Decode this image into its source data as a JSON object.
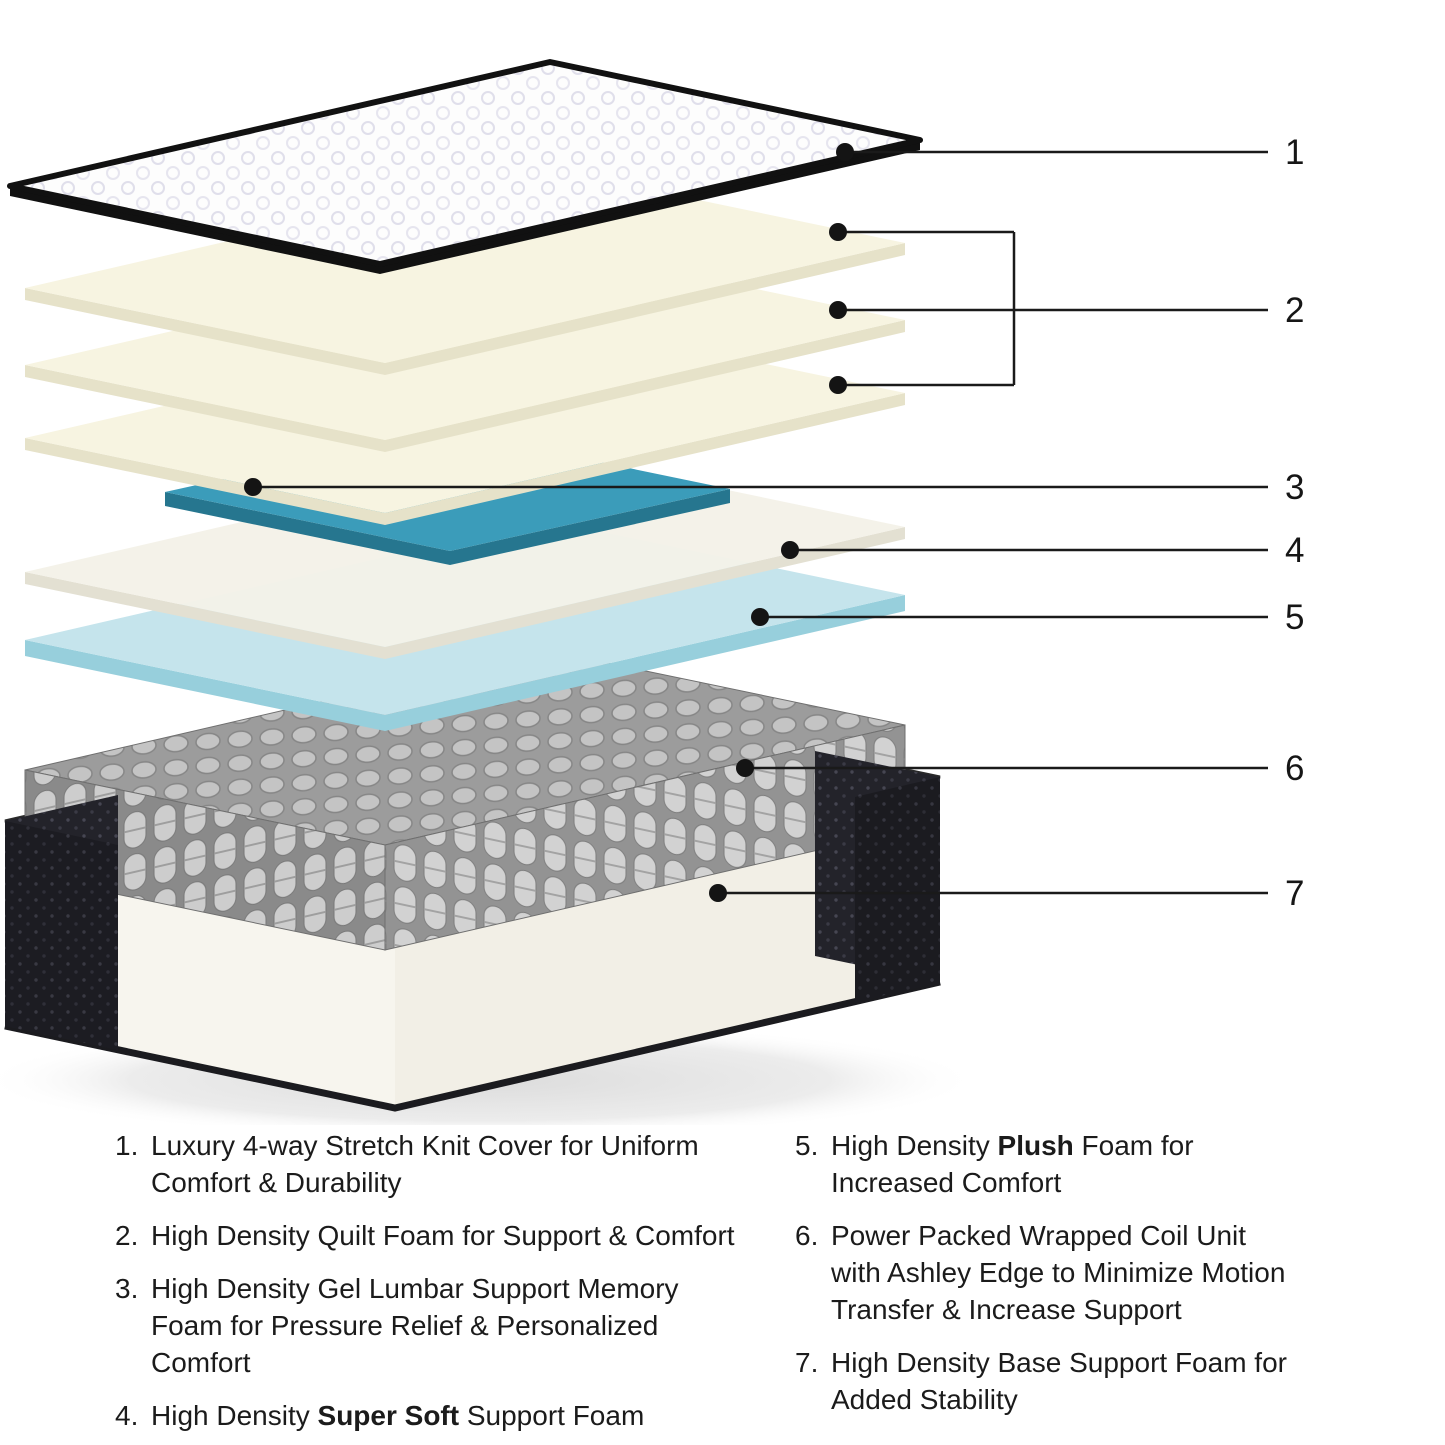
{
  "diagram": {
    "callouts": [
      "1",
      "2",
      "3",
      "4",
      "5",
      "6",
      "7"
    ]
  },
  "legend": {
    "left": [
      {
        "num": "1.",
        "pre": "Luxury 4-way Stretch Knit Cover for Uniform Comfort & Durability",
        "bold": "",
        "post": ""
      },
      {
        "num": "2.",
        "pre": "High Density Quilt Foam for Support & Comfort",
        "bold": "",
        "post": ""
      },
      {
        "num": "3.",
        "pre": "High Density Gel Lumbar Support Memory Foam for Pressure Relief & Personalized Comfort",
        "bold": "",
        "post": ""
      },
      {
        "num": "4.",
        "pre": "High Density ",
        "bold": "Super Soft",
        "post": " Support Foam"
      }
    ],
    "right": [
      {
        "num": "5.",
        "pre": "High Density ",
        "bold": "Plush",
        "post": " Foam for Increased Comfort"
      },
      {
        "num": "6.",
        "pre": "Power Packed Wrapped Coil Unit with Ashley Edge to Minimize Motion Transfer & Increase Support",
        "bold": "",
        "post": ""
      },
      {
        "num": "7.",
        "pre": "High Density Base Support Foam for Added Stability",
        "bold": "",
        "post": ""
      }
    ]
  },
  "colors": {
    "foam_top": "#f7f4e1",
    "foam_side": "#e6e2c9",
    "sheet_top": "#f4f2e8",
    "sheet_side": "#e3e0d2",
    "gel_top": "#3b9cba",
    "gel_side": "#26768f",
    "plush_top": "#c5e4ec",
    "plush_side": "#97cfdc",
    "base_face": "#f7f5ee",
    "base_top": "#efede3",
    "cover_edge": "#111111",
    "line": "#1a1a1a"
  }
}
